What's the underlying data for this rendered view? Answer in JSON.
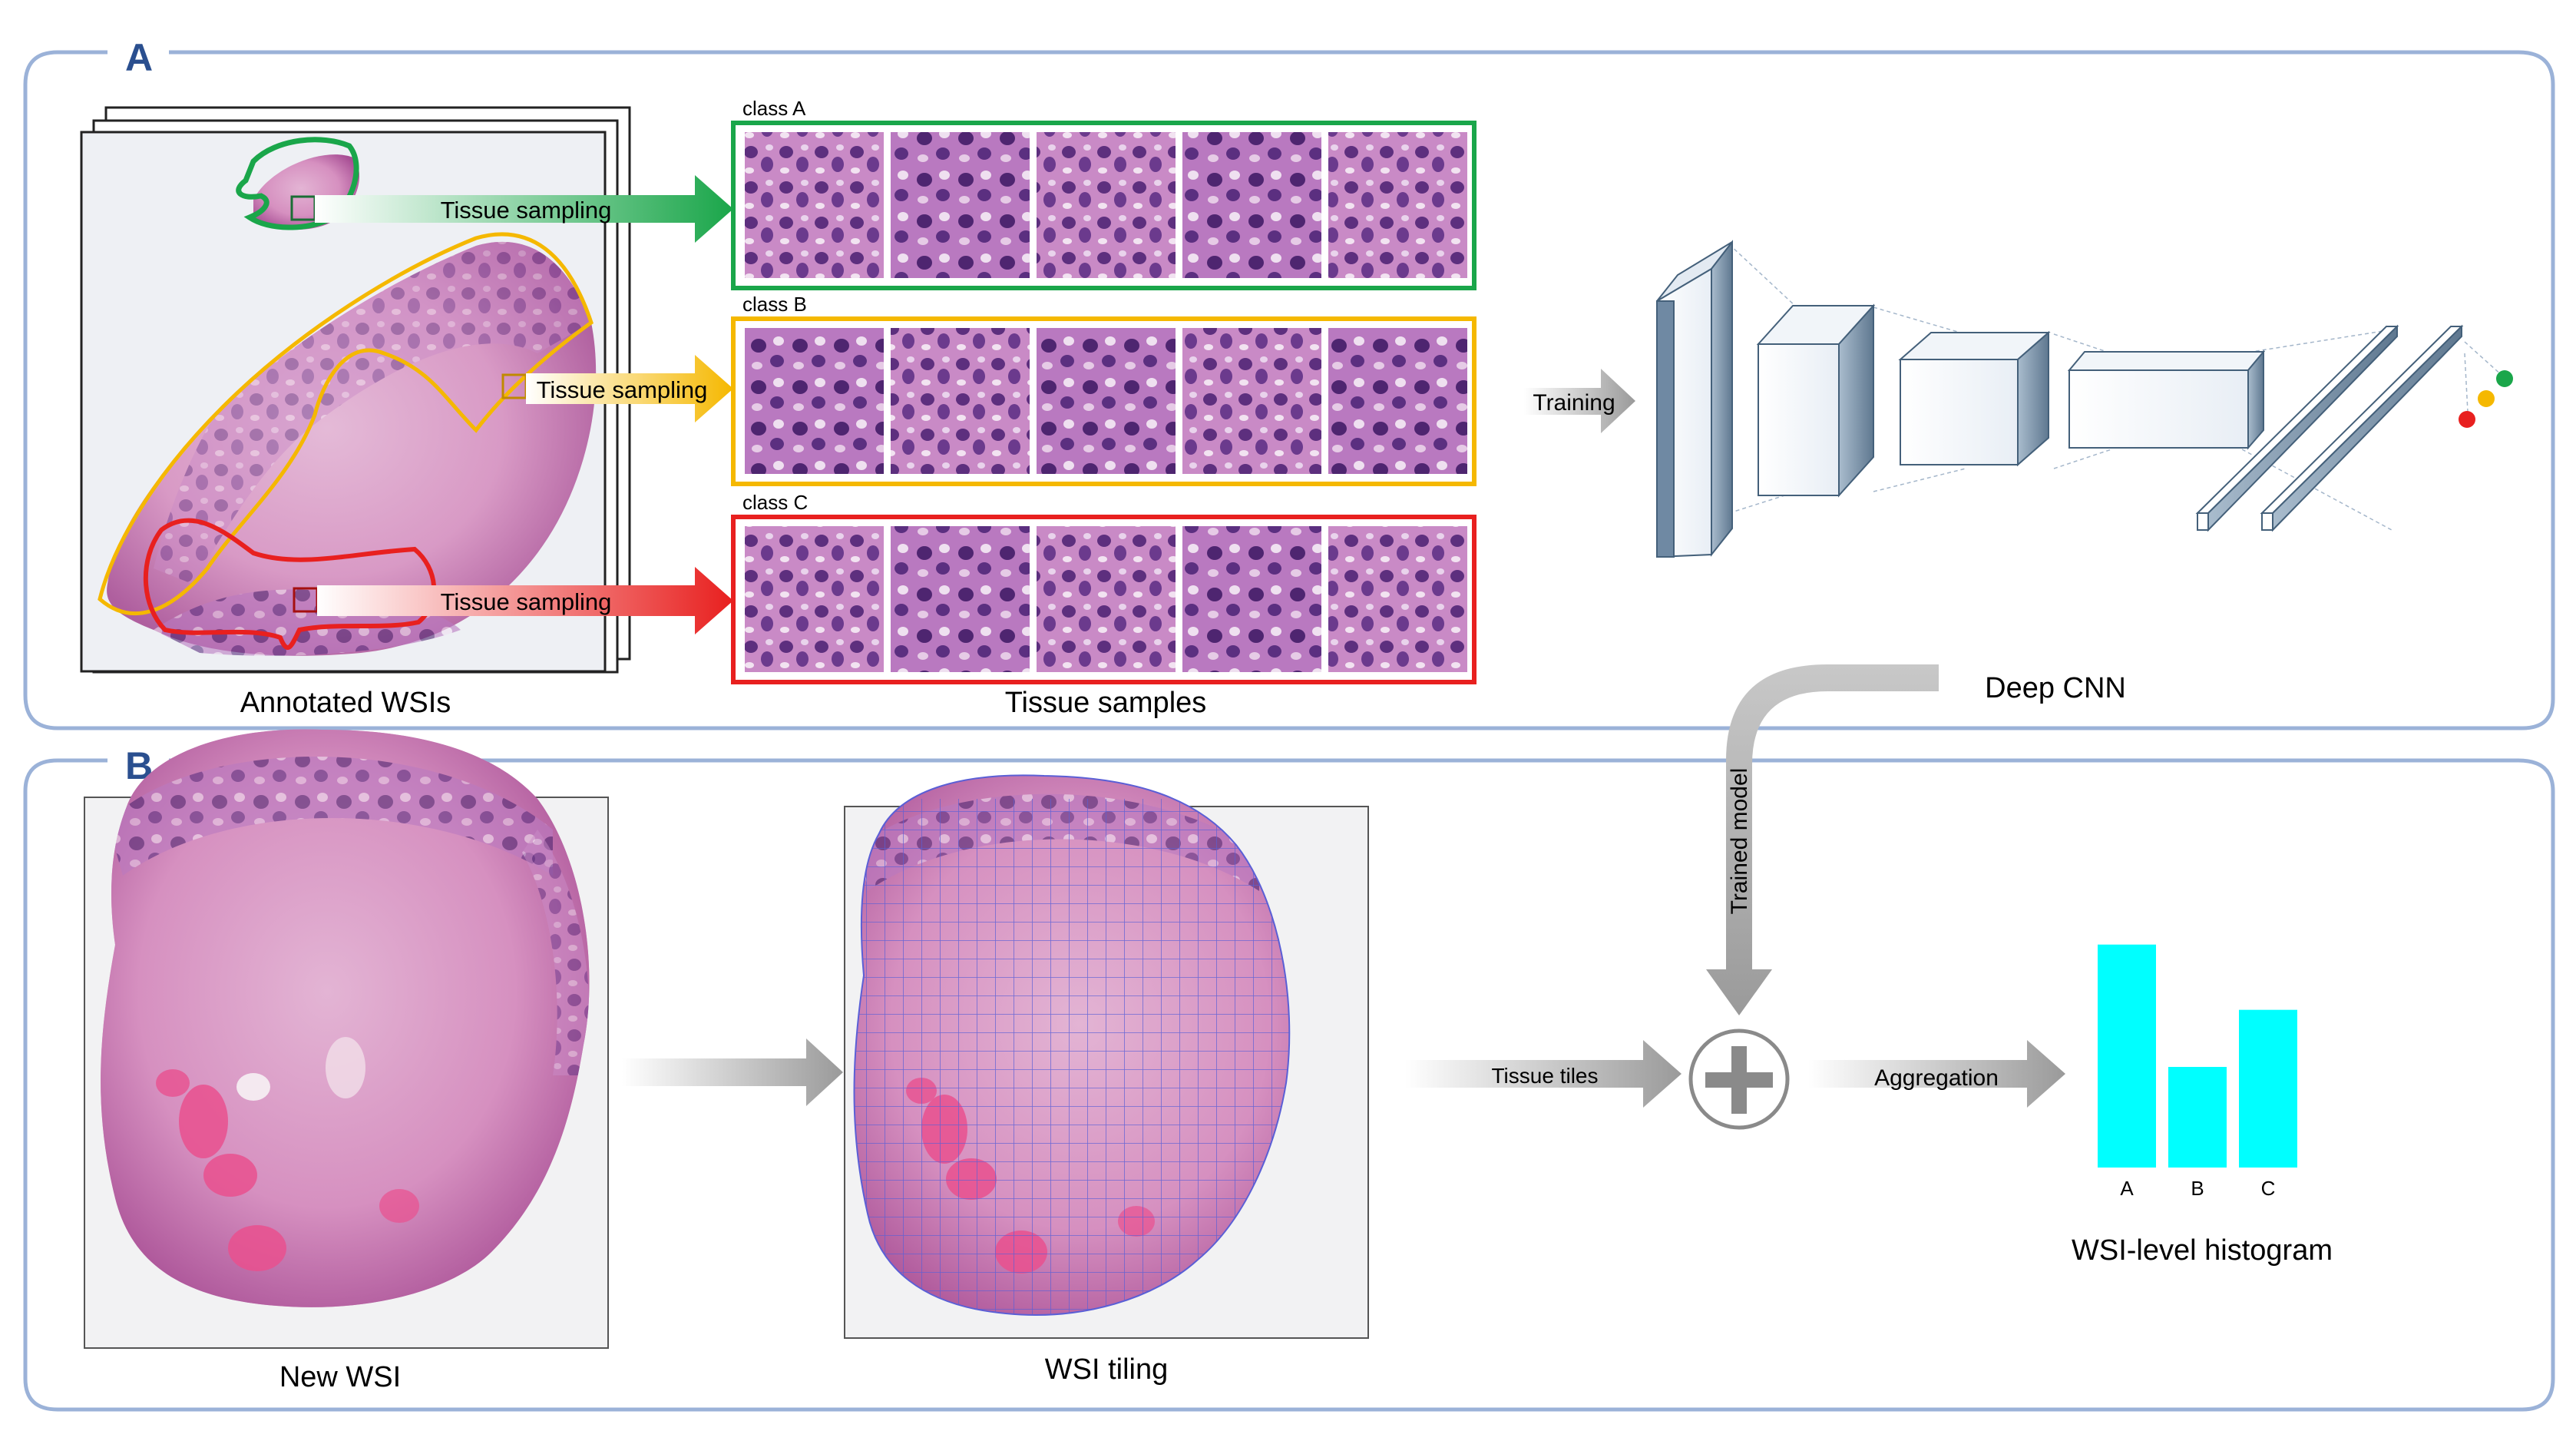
{
  "panels": {
    "a": {
      "label": "A"
    },
    "b": {
      "label": "B"
    }
  },
  "panel_a": {
    "wsi_caption": "Annotated WSIs",
    "samples_caption": "Tissue samples",
    "cnn_caption": "Deep CNN",
    "training_label": "Training",
    "sampling_arrows": [
      {
        "label": "Tissue sampling",
        "color": "#1aa64a"
      },
      {
        "label": "Tissue sampling",
        "color": "#f5b800"
      },
      {
        "label": "Tissue sampling",
        "color": "#e8201f"
      }
    ],
    "classes": [
      {
        "name": "class A",
        "color": "#1aa64a"
      },
      {
        "name": "class B",
        "color": "#f5b800"
      },
      {
        "name": "class C",
        "color": "#e8201f"
      }
    ],
    "output_dots": [
      "#1aa64a",
      "#f5b800",
      "#e8201f"
    ]
  },
  "panel_b": {
    "new_wsi_caption": "New WSI",
    "tiling_caption": "WSI tiling",
    "trained_model_label": "Trained model",
    "tissue_tiles_label": "Tissue tiles",
    "aggregation_label": "Aggregation",
    "histogram_caption": "WSI-level histogram"
  },
  "chart_data": {
    "type": "bar",
    "categories": [
      "A",
      "B",
      "C"
    ],
    "values": [
      0.82,
      0.37,
      0.58
    ],
    "color": "#00ffff"
  },
  "colors": {
    "panel_border": "#9bb2d8",
    "panel_label": "#2a4f8f",
    "tissue_pink": "#c9579f",
    "grid_line": "#5a5fd6"
  }
}
